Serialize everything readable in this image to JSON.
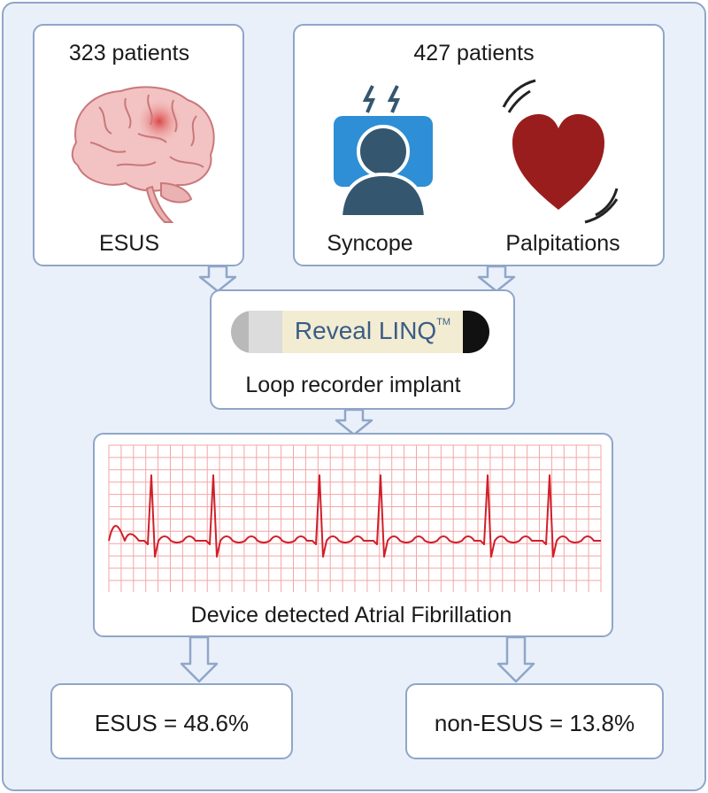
{
  "esus_box": {
    "patients": "323 patients",
    "label": "ESUS"
  },
  "other_box": {
    "patients": "427 patients",
    "syncope_label": "Syncope",
    "palpitations_label": "Palpitations"
  },
  "implant_box": {
    "device_text": "Reveal LINQ",
    "trademark": "TM",
    "label": "Loop recorder implant"
  },
  "af_box": {
    "label": "Device detected Atrial Fibrillation"
  },
  "results": {
    "esus": "ESUS = 48.6%",
    "non_esus": "non-ESUS = 13.8%"
  },
  "colors": {
    "frame_bg": "#eaf0fa",
    "border": "#8fa6c8",
    "ecg_grid": "#f4a6a6",
    "ecg_line": "#d11f2a",
    "heart": "#9a1d1d",
    "monitor": "#2e8fd6",
    "person": "#35566f"
  },
  "icons": [
    "brain-icon",
    "syncope-icon",
    "heart-icon",
    "loop-recorder-icon",
    "ecg-strip",
    "down-arrow-icon"
  ]
}
